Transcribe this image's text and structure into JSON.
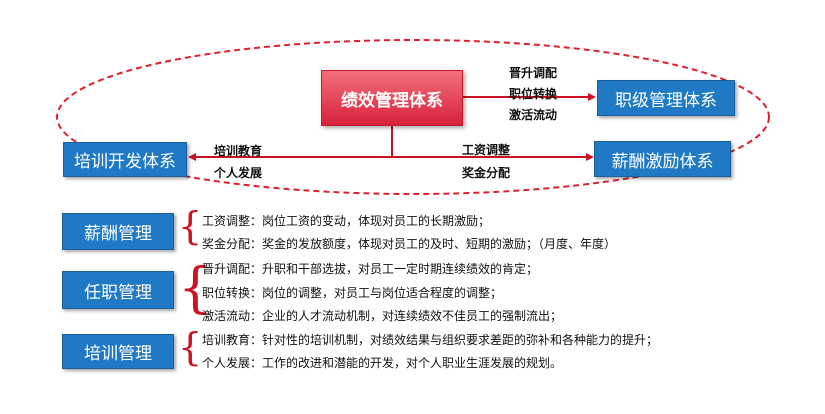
{
  "diagram": {
    "center": "绩效管理体系",
    "rank_system": "职级管理体系",
    "training_system": "培训开发体系",
    "salary_system": "薪酬激励体系",
    "arrow_rank_labels": [
      "晋升调配",
      "职位转换",
      "激活流动"
    ],
    "arrow_training_labels": [
      "培训教育",
      "个人发展"
    ],
    "arrow_salary_labels": [
      "工资调整",
      "奖金分配"
    ]
  },
  "sections": [
    {
      "title": "薪酬管理",
      "lines": [
        "工资调整：岗位工资的变动，体现对员工的长期激励；",
        "奖金分配：奖金的发放额度，体现对员工的及时、短期的激励；（月度、年度）"
      ]
    },
    {
      "title": "任职管理",
      "lines": [
        "晋升调配：升职和干部选拔，对员工一定时期连续绩效的肯定；",
        "职位转换：岗位的调整，对员工与岗位适合程度的调整；",
        "激活流动：企业的人才流动机制，对连续绩效不佳员工的强制流出；"
      ]
    },
    {
      "title": "培训管理",
      "lines": [
        "培训教育：针对性的培训机制，对绩效结果与组织要求差距的弥补和各种能力的提升；",
        "个人发展：工作的改进和潜能的开发，对个人职业生涯发展的规划。"
      ]
    }
  ],
  "colors": {
    "blue_box": "#1f79c4",
    "red_box": "#d8213a",
    "ellipse": "#e0202c",
    "brace": "#cc1122"
  }
}
